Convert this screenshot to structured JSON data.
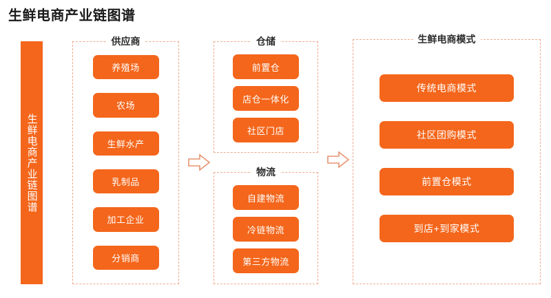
{
  "page_title": "生鲜电商产业链图谱",
  "banner": {
    "label": "生鲜电商产业链图谱"
  },
  "colors": {
    "brand_orange": "#F4661B",
    "panel_dashed_border": "#F0A98B",
    "arrow_stroke": "#E89270",
    "title_text": "#1a1a1a",
    "pill_text": "#ffffff"
  },
  "columns": [
    {
      "id": "supplier",
      "title": "供应商",
      "items": [
        "养殖场",
        "农场",
        "生鲜水产",
        "乳制品",
        "加工企业",
        "分销商"
      ]
    },
    {
      "id": "warehouse",
      "title": "仓储",
      "items": [
        "前置仓",
        "店仓一体化",
        "社区门店"
      ]
    },
    {
      "id": "logistics",
      "title": "物流",
      "items": [
        "自建物流",
        "冷链物流",
        "第三方物流"
      ]
    },
    {
      "id": "modes",
      "title": "生鲜电商模式",
      "items": [
        "传统电商模式",
        "社区团购模式",
        "前置仓模式",
        "到店+到家模式"
      ]
    }
  ],
  "arrows": [
    {
      "id": "arrow-1",
      "name": "arrow-right-icon",
      "from": "supplier",
      "to": "warehouse-logistics"
    },
    {
      "id": "arrow-2",
      "name": "arrow-right-icon",
      "from": "warehouse-logistics",
      "to": "modes"
    }
  ]
}
